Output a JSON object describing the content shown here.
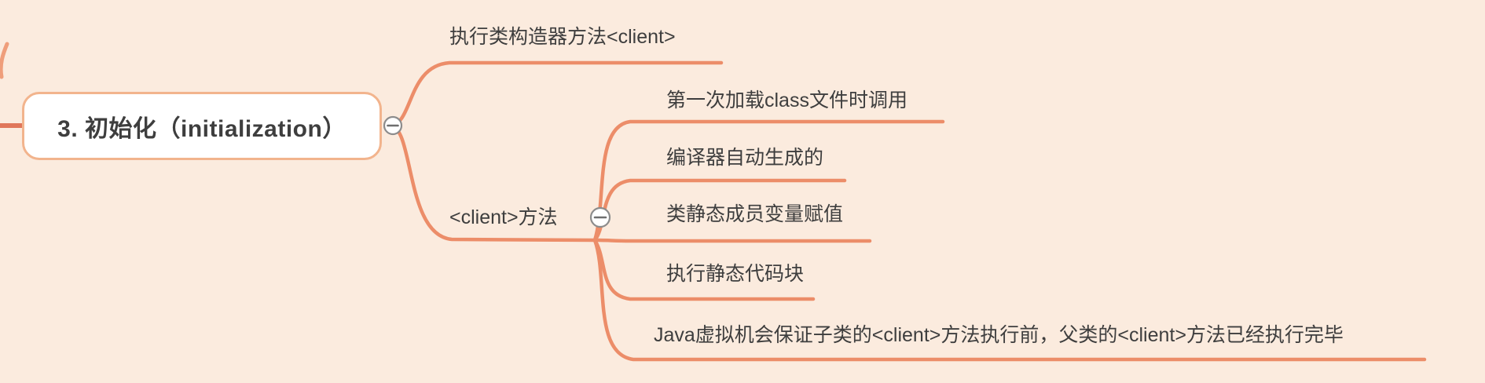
{
  "app": "mind-map-canvas",
  "theme": {
    "background": "#FBEBDE",
    "line_color": "#EC8D69",
    "connector_color": "#E0765A",
    "edge_stub_color": "#EF9E7B",
    "node_border_color": "#F2B48D",
    "node_fill_color": "#FFFFFF",
    "text_color": "#3E3E3E",
    "collapse_border_color": "#8C8C8C",
    "collapse_fill_color": "#FFFFFF",
    "collapse_glyph_color": "#6F6F6F"
  },
  "root": {
    "label": "3. 初始化（initialization）",
    "collapse_icon": "minus-icon",
    "collapsed": false
  },
  "branches": [
    {
      "label": "执行类构造器方法<client>"
    },
    {
      "label": "<client>方法",
      "collapse_icon": "minus-icon",
      "collapsed": false,
      "children": [
        {
          "label": "第一次加载class文件时调用"
        },
        {
          "label": "编译器自动生成的"
        },
        {
          "label": "类静态成员变量赋值"
        },
        {
          "label": "执行静态代码块"
        },
        {
          "label": "Java虚拟机会保证子类的<client>方法执行前，父类的<client>方法已经执行完毕"
        }
      ]
    }
  ]
}
